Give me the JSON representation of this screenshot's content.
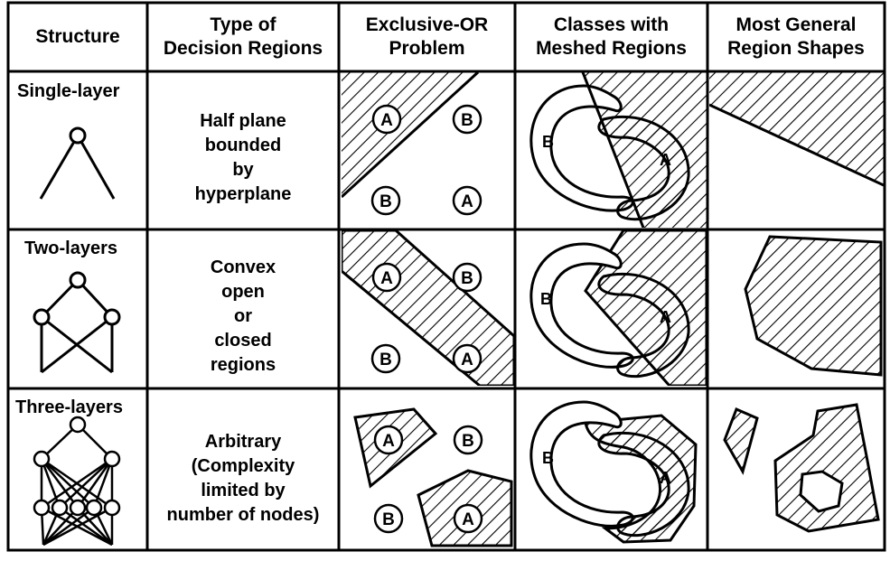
{
  "header": {
    "structure": [
      "Structure"
    ],
    "type": [
      "Type of",
      "Decision Regions"
    ],
    "xor": [
      "Exclusive-OR",
      "Problem"
    ],
    "meshed": [
      "Classes with",
      "Meshed Regions"
    ],
    "general": [
      "Most General",
      "Region Shapes"
    ]
  },
  "rows": [
    {
      "label": "Single-layer",
      "desc": [
        "Half plane",
        "bounded",
        "by",
        "hyperplane"
      ]
    },
    {
      "label": "Two-layers",
      "desc": [
        "Convex",
        "open",
        "or",
        "closed",
        "regions"
      ]
    },
    {
      "label": "Three-layers",
      "desc": [
        "Arbitrary",
        "(Complexity",
        "limited by",
        "number of nodes)"
      ]
    }
  ],
  "class_labels": {
    "a": "A",
    "b": "B"
  },
  "colors": {
    "ink": "#000000",
    "paper": "#ffffff"
  }
}
